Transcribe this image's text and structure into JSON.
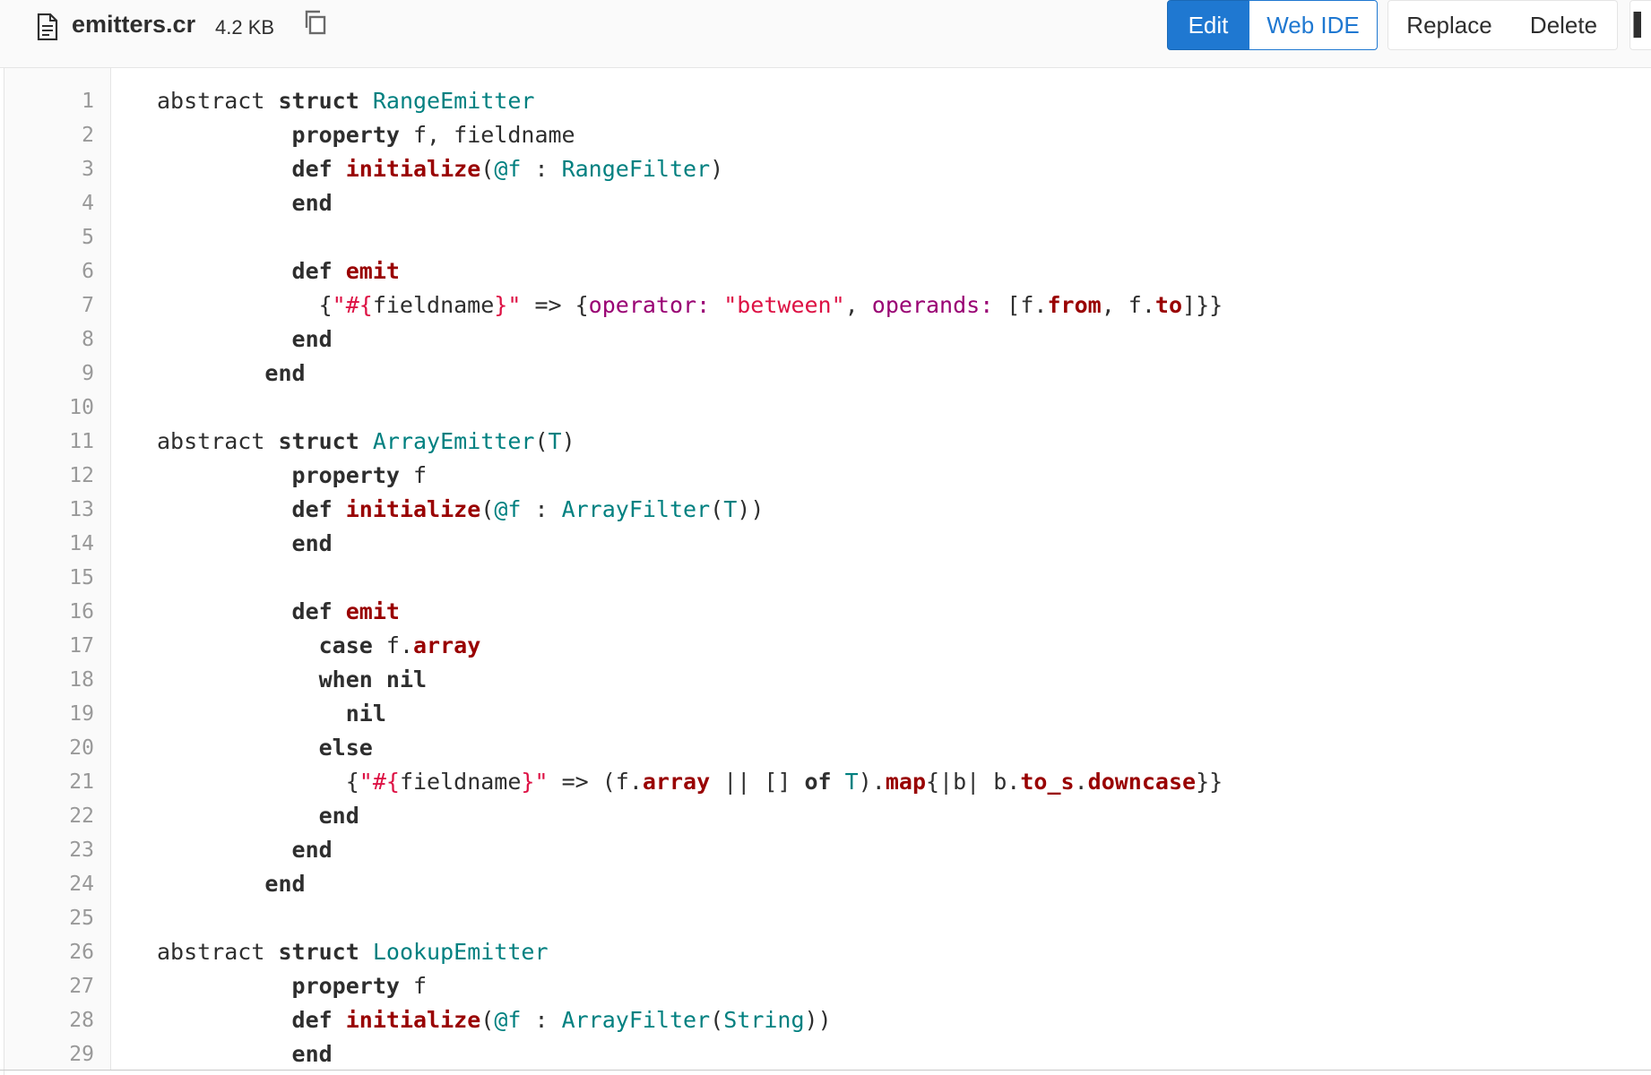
{
  "file": {
    "name": "emitters.cr",
    "size": "4.2 KB",
    "icons": {
      "file": "file-text-icon",
      "copy": "copy-icon"
    }
  },
  "actions": {
    "edit": "Edit",
    "web_ide": "Web IDE",
    "replace": "Replace",
    "delete": "Delete",
    "extra": "▌"
  },
  "colors": {
    "primary": "#1f78d1",
    "keyword": "#2e2e2e",
    "function": "#990000",
    "class": "#008080",
    "string": "#dd1144",
    "symbol": "#990073",
    "line_number": "#999999"
  },
  "code": {
    "lines": [
      [
        [
          "abstract ",
          ""
        ],
        [
          "struct",
          "k"
        ],
        [
          " ",
          ""
        ],
        [
          "RangeEmitter",
          "nc"
        ]
      ],
      [
        [
          "          ",
          ""
        ],
        [
          "property",
          "k"
        ],
        [
          " f, fieldname",
          ""
        ]
      ],
      [
        [
          "          ",
          ""
        ],
        [
          "def",
          "k"
        ],
        [
          " ",
          ""
        ],
        [
          "initialize",
          "nf"
        ],
        [
          "(",
          ""
        ],
        [
          "@f",
          "iv"
        ],
        [
          " : ",
          ""
        ],
        [
          "RangeFilter",
          "nc"
        ],
        [
          ")",
          ""
        ]
      ],
      [
        [
          "          ",
          ""
        ],
        [
          "end",
          "k"
        ]
      ],
      [
        [
          "",
          ""
        ]
      ],
      [
        [
          "          ",
          ""
        ],
        [
          "def",
          "k"
        ],
        [
          " ",
          ""
        ],
        [
          "emit",
          "nf"
        ]
      ],
      [
        [
          "            {",
          ""
        ],
        [
          "\"#{",
          "s"
        ],
        [
          "fieldname",
          ""
        ],
        [
          "}\"",
          "s"
        ],
        [
          " => {",
          ""
        ],
        [
          "operator:",
          "ss"
        ],
        [
          " ",
          ""
        ],
        [
          "\"between\"",
          "s"
        ],
        [
          ", ",
          ""
        ],
        [
          "operands:",
          "ss"
        ],
        [
          " [f.",
          ""
        ],
        [
          "from",
          "nf"
        ],
        [
          ", f.",
          ""
        ],
        [
          "to",
          "nf"
        ],
        [
          "]}}",
          ""
        ]
      ],
      [
        [
          "          ",
          ""
        ],
        [
          "end",
          "k"
        ]
      ],
      [
        [
          "        ",
          ""
        ],
        [
          "end",
          "k"
        ]
      ],
      [
        [
          "",
          ""
        ]
      ],
      [
        [
          "abstract ",
          ""
        ],
        [
          "struct",
          "k"
        ],
        [
          " ",
          ""
        ],
        [
          "ArrayEmitter",
          "nc"
        ],
        [
          "(",
          ""
        ],
        [
          "T",
          "nc"
        ],
        [
          ")",
          ""
        ]
      ],
      [
        [
          "          ",
          ""
        ],
        [
          "property",
          "k"
        ],
        [
          " f",
          ""
        ]
      ],
      [
        [
          "          ",
          ""
        ],
        [
          "def",
          "k"
        ],
        [
          " ",
          ""
        ],
        [
          "initialize",
          "nf"
        ],
        [
          "(",
          ""
        ],
        [
          "@f",
          "iv"
        ],
        [
          " : ",
          ""
        ],
        [
          "ArrayFilter",
          "nc"
        ],
        [
          "(",
          ""
        ],
        [
          "T",
          "nc"
        ],
        [
          "))",
          ""
        ]
      ],
      [
        [
          "          ",
          ""
        ],
        [
          "end",
          "k"
        ]
      ],
      [
        [
          "",
          ""
        ]
      ],
      [
        [
          "          ",
          ""
        ],
        [
          "def",
          "k"
        ],
        [
          " ",
          ""
        ],
        [
          "emit",
          "nf"
        ]
      ],
      [
        [
          "            ",
          ""
        ],
        [
          "case",
          "k"
        ],
        [
          " f.",
          ""
        ],
        [
          "array",
          "nf"
        ]
      ],
      [
        [
          "            ",
          ""
        ],
        [
          "when",
          "k"
        ],
        [
          " ",
          ""
        ],
        [
          "nil",
          "k"
        ]
      ],
      [
        [
          "              ",
          ""
        ],
        [
          "nil",
          "k"
        ]
      ],
      [
        [
          "            ",
          ""
        ],
        [
          "else",
          "k"
        ]
      ],
      [
        [
          "              {",
          ""
        ],
        [
          "\"#{",
          "s"
        ],
        [
          "fieldname",
          ""
        ],
        [
          "}\"",
          "s"
        ],
        [
          " => (f.",
          ""
        ],
        [
          "array",
          "nf"
        ],
        [
          " || [] ",
          ""
        ],
        [
          "of",
          "k"
        ],
        [
          " ",
          ""
        ],
        [
          "T",
          "nc"
        ],
        [
          ").",
          ""
        ],
        [
          "map",
          "nf"
        ],
        [
          "{|b| b.",
          ""
        ],
        [
          "to_s",
          "nf"
        ],
        [
          ".",
          ""
        ],
        [
          "downcase",
          "nf"
        ],
        [
          "}}",
          ""
        ]
      ],
      [
        [
          "            ",
          ""
        ],
        [
          "end",
          "k"
        ]
      ],
      [
        [
          "          ",
          ""
        ],
        [
          "end",
          "k"
        ]
      ],
      [
        [
          "        ",
          ""
        ],
        [
          "end",
          "k"
        ]
      ],
      [
        [
          "",
          ""
        ]
      ],
      [
        [
          "abstract ",
          ""
        ],
        [
          "struct",
          "k"
        ],
        [
          " ",
          ""
        ],
        [
          "LookupEmitter",
          "nc"
        ]
      ],
      [
        [
          "          ",
          ""
        ],
        [
          "property",
          "k"
        ],
        [
          " f",
          ""
        ]
      ],
      [
        [
          "          ",
          ""
        ],
        [
          "def",
          "k"
        ],
        [
          " ",
          ""
        ],
        [
          "initialize",
          "nf"
        ],
        [
          "(",
          ""
        ],
        [
          "@f",
          "iv"
        ],
        [
          " : ",
          ""
        ],
        [
          "ArrayFilter",
          "nc"
        ],
        [
          "(",
          ""
        ],
        [
          "String",
          "nc"
        ],
        [
          "))",
          ""
        ]
      ],
      [
        [
          "          ",
          ""
        ],
        [
          "end",
          "k"
        ]
      ]
    ]
  }
}
